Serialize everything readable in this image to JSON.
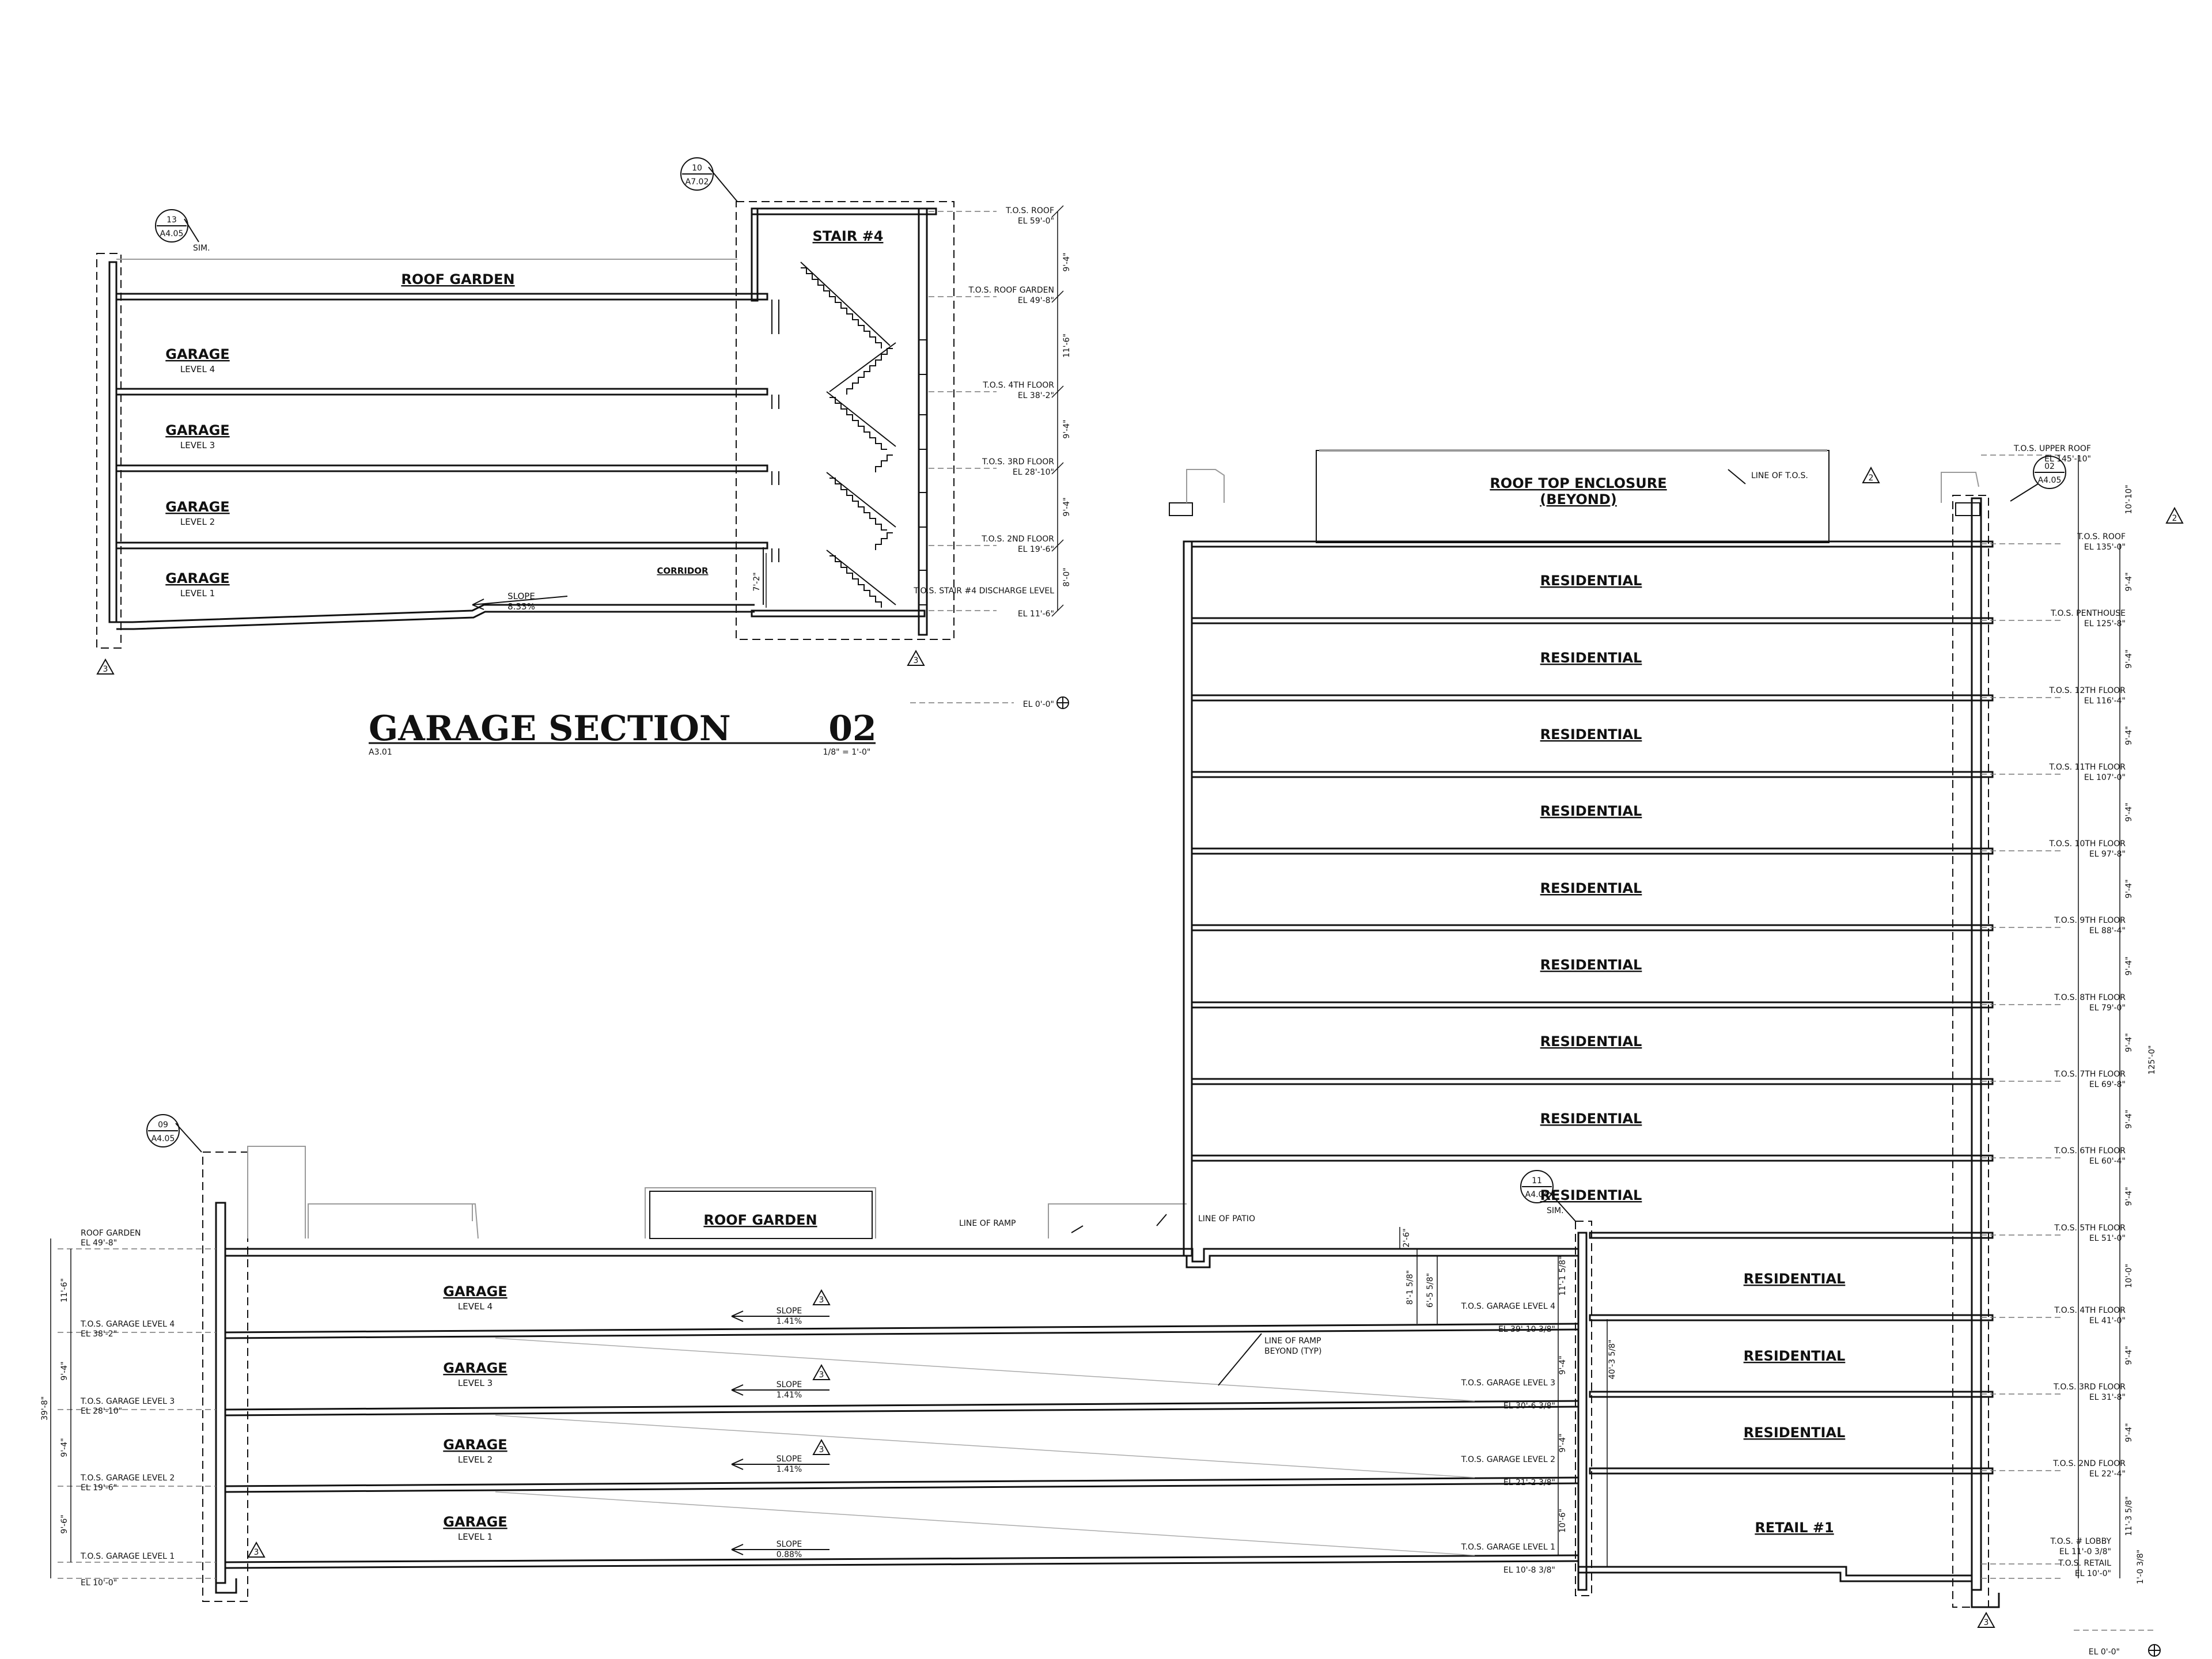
{
  "upper_section": {
    "title": "GARAGE SECTION",
    "number": "02",
    "sheet_ref": "A3.01",
    "scale": "1/8\" = 1'-0\"",
    "stair_label": "STAIR #4",
    "roof_garden_label": "ROOF GARDEN",
    "corridor_label": "CORRIDOR",
    "slope_label": "SLOPE",
    "slope_value": "8.33%",
    "corridor_height": "7'-2\"",
    "callouts": [
      {
        "num": "13",
        "sheet": "A4.05",
        "note": "SIM."
      },
      {
        "num": "10",
        "sheet": "A7.02",
        "note": ""
      }
    ],
    "grid_markers": [
      "3",
      "3"
    ],
    "garages": [
      {
        "name": "GARAGE",
        "level": "LEVEL 4"
      },
      {
        "name": "GARAGE",
        "level": "LEVEL 3"
      },
      {
        "name": "GARAGE",
        "level": "LEVEL 2"
      },
      {
        "name": "GARAGE",
        "level": "LEVEL 1"
      }
    ],
    "levels": [
      {
        "name": "T.O.S. ROOF",
        "el": "EL 59'-0\""
      },
      {
        "name": "T.O.S. ROOF GARDEN",
        "el": "EL 49'-8\""
      },
      {
        "name": "T.O.S. 4TH FLOOR",
        "el": "EL 38'-2\""
      },
      {
        "name": "T.O.S. 3RD FLOOR",
        "el": "EL 28'-10\""
      },
      {
        "name": "T.O.S. 2ND FLOOR",
        "el": "EL 19'-6\""
      },
      {
        "name": "T.O.S. STAIR #4 DISCHARGE LEVEL",
        "el": "EL 11'-6\""
      }
    ],
    "dims": [
      "9'-4\"",
      "11'-6\"",
      "9'-4\"",
      "9'-4\"",
      "8'-0\""
    ],
    "datum": "EL 0'-0\""
  },
  "lower_section": {
    "roof_enclosure": [
      "ROOF TOP ENCLOSURE",
      "(BEYOND)"
    ],
    "line_of_tos": "LINE OF T.O.S.",
    "roof_garden_label": "ROOF GARDEN",
    "line_of_ramp": "LINE OF RAMP",
    "line_of_patio": "LINE OF PATIO",
    "ramp_beyond": [
      "LINE OF RAMP",
      "BEYOND (TYP)"
    ],
    "callouts": [
      {
        "num": "09",
        "sheet": "A4.05",
        "note": ""
      },
      {
        "num": "02",
        "sheet": "A4.05",
        "note": ""
      },
      {
        "num": "11",
        "sheet": "A4.04",
        "note": "SIM."
      }
    ],
    "grid_markers": [
      "2",
      "2",
      "3",
      "3",
      "3",
      "3",
      "3"
    ],
    "residential_tower": [
      "RESIDENTIAL",
      "RESIDENTIAL",
      "RESIDENTIAL",
      "RESIDENTIAL",
      "RESIDENTIAL",
      "RESIDENTIAL",
      "RESIDENTIAL",
      "RESIDENTIAL",
      "RESIDENTIAL"
    ],
    "podium_units": [
      "RESIDENTIAL",
      "RESIDENTIAL",
      "RESIDENTIAL",
      "RETAIL #1"
    ],
    "garages": [
      {
        "name": "GARAGE",
        "level": "LEVEL 4",
        "slope": "1.41%"
      },
      {
        "name": "GARAGE",
        "level": "LEVEL 3",
        "slope": "1.41%"
      },
      {
        "name": "GARAGE",
        "level": "LEVEL 2",
        "slope": "1.41%"
      },
      {
        "name": "GARAGE",
        "level": "LEVEL 1",
        "slope": "0.88%"
      }
    ],
    "slope_label": "SLOPE",
    "left_levels": [
      {
        "name": "ROOF GARDEN",
        "el": "EL 49'-8\""
      },
      {
        "name": "T.O.S. GARAGE LEVEL 4",
        "el": "EL 38'-2\""
      },
      {
        "name": "T.O.S. GARAGE LEVEL 3",
        "el": "EL 28'-10\""
      },
      {
        "name": "T.O.S. GARAGE LEVEL 2",
        "el": "EL 19'-6\""
      },
      {
        "name": "T.O.S. GARAGE LEVEL 1",
        "el": "EL 10'-0\""
      }
    ],
    "left_dims": [
      "11'-6\"",
      "9'-4\"",
      "9'-4\"",
      "9'-6\""
    ],
    "left_overall": "39'-8\"",
    "mid_levels": [
      {
        "name": "T.O.S. GARAGE LEVEL 4",
        "el": "EL 39'-10 3/8\""
      },
      {
        "name": "T.O.S. GARAGE LEVEL 3",
        "el": "EL 30'-6 3/8\""
      },
      {
        "name": "T.O.S. GARAGE LEVEL 2",
        "el": "EL 21'-2 3/8\""
      },
      {
        "name": "T.O.S. GARAGE LEVEL 1",
        "el": "EL 10'-8 3/8\""
      }
    ],
    "mid_dims": [
      "2'-6\"",
      "8'-1 5/8\"",
      "6'-5 5/8\"",
      "11'-1 5/8\"",
      "9'-4\"",
      "9'-4\"",
      "10'-6\"",
      "40'-3 5/8\""
    ],
    "right_levels": [
      {
        "name": "T.O.S. UPPER ROOF",
        "el": "EL 145'-10\""
      },
      {
        "name": "T.O.S. ROOF",
        "el": "EL 135'-0\""
      },
      {
        "name": "T.O.S. PENTHOUSE",
        "el": "EL 125'-8\""
      },
      {
        "name": "T.O.S. 12TH FLOOR",
        "el": "EL 116'-4\""
      },
      {
        "name": "T.O.S. 11TH FLOOR",
        "el": "EL 107'-0\""
      },
      {
        "name": "T.O.S. 10TH FLOOR",
        "el": "EL 97'-8\""
      },
      {
        "name": "T.O.S. 9TH FLOOR",
        "el": "EL 88'-4\""
      },
      {
        "name": "T.O.S. 8TH FLOOR",
        "el": "EL 79'-0\""
      },
      {
        "name": "T.O.S. 7TH FLOOR",
        "el": "EL 69'-8\""
      },
      {
        "name": "T.O.S. 6TH FLOOR",
        "el": "EL 60'-4\""
      },
      {
        "name": "T.O.S. 5TH FLOOR",
        "el": "EL 51'-0\""
      },
      {
        "name": "T.O.S. 4TH FLOOR",
        "el": "EL 41'-0\""
      },
      {
        "name": "T.O.S. 3RD FLOOR",
        "el": "EL 31'-8\""
      },
      {
        "name": "T.O.S. 2ND FLOOR",
        "el": "EL 22'-4\""
      },
      {
        "name": "T.O.S. # LOBBY",
        "el": "EL 11'-0 3/8\""
      },
      {
        "name": "T.O.S. RETAIL",
        "el": "EL 10'-0\""
      }
    ],
    "right_dims": [
      "10'-10\"",
      "9'-4\"",
      "9'-4\"",
      "9'-4\"",
      "9'-4\"",
      "9'-4\"",
      "9'-4\"",
      "9'-4\"",
      "9'-4\"",
      "9'-4\"",
      "10'-0\"",
      "9'-4\"",
      "9'-4\"",
      "11'-3 5/8\"",
      "1'-0 3/8\""
    ],
    "right_overall": "125'-0\"",
    "datum": "EL 0'-0\""
  }
}
